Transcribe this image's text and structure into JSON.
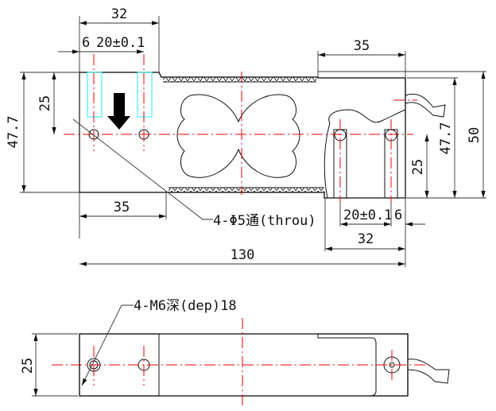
{
  "top_view": {
    "dim_top_width": "32",
    "dim_hole_offset": "6",
    "dim_hole_pitch": "20±0.1",
    "dim_left_25": "25",
    "dim_left_height": "47.7",
    "dim_bottom_left": "35",
    "hole_callout": "4-Φ5通(throu)",
    "dim_total_length": "130",
    "dim_top_right": "35",
    "dim_right_pitch": "20±0.1",
    "dim_right_offset": "6",
    "dim_right_width": "32",
    "dim_right_25": "25",
    "dim_right_height": "47.7",
    "dim_overall_height": "50"
  },
  "bottom_view": {
    "thread_callout": "4-M6深(dep)18",
    "dim_width": "25"
  },
  "colors": {
    "centerline": "#e00000",
    "hidden": "#22eeee",
    "outline": "#000000"
  }
}
